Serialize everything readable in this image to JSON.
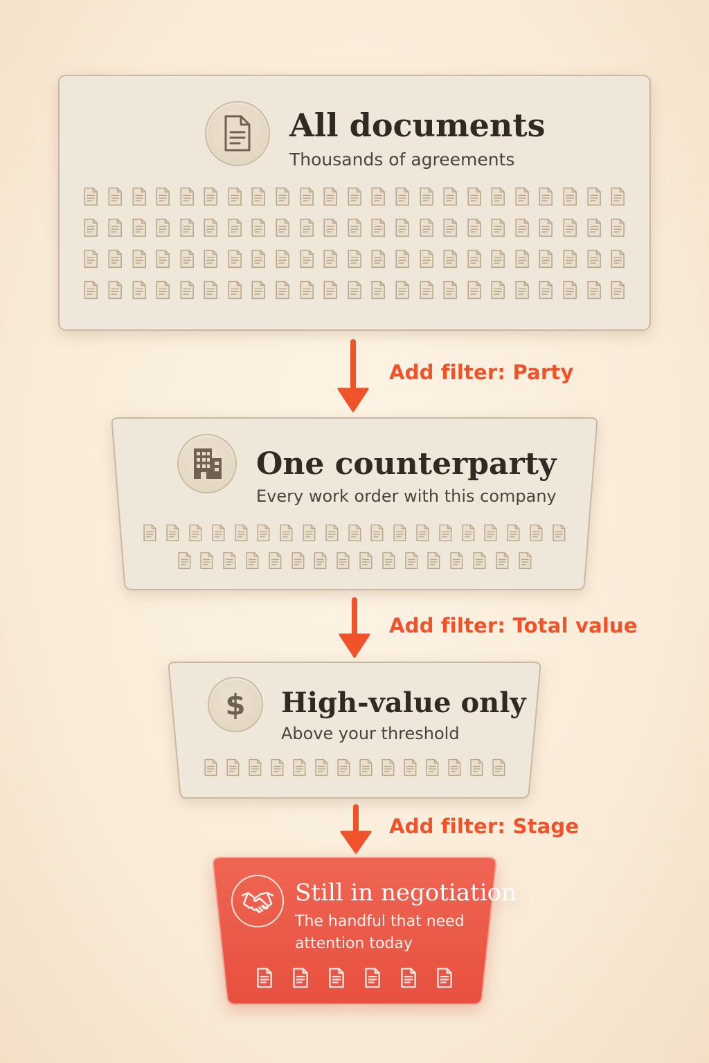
{
  "colors": {
    "accent": "#f0532a",
    "card": "#efe7da",
    "card_border": "#c9b9a2",
    "final_card": "#ec5e4c",
    "doc_fill": "#ebe0cf",
    "doc_stroke": "#b9a68b"
  },
  "stages": [
    {
      "title": "All documents",
      "subtitle": "Thousands of agreements",
      "icon": "document-icon"
    },
    {
      "title": "One counterparty",
      "subtitle": "Every work order with this company",
      "icon": "building-icon"
    },
    {
      "title": "High-value only",
      "subtitle": "Above your threshold",
      "icon": "dollar-icon"
    },
    {
      "title": "Still in negotiation",
      "subtitle": "The handful that need attention today",
      "icon": "handshake-icon"
    }
  ],
  "filters": [
    {
      "label": "Add filter: Party",
      "icon": "arrow-down-icon"
    },
    {
      "label": "Add filter: Total value",
      "icon": "arrow-down-icon"
    },
    {
      "label": "Add filter: Stage",
      "icon": "arrow-down-icon"
    }
  ]
}
